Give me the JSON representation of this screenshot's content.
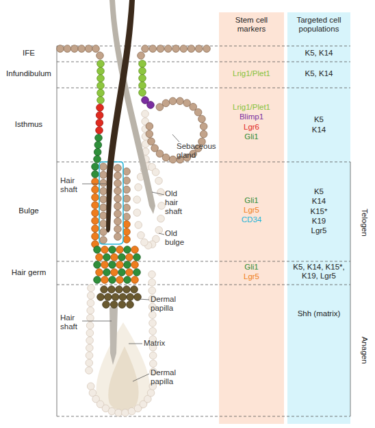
{
  "diagram": {
    "nodes": [
      {
        "text": [
          "Stem cell markers",
          "Lrig1/Plet1",
          "Lrig1/Plet1",
          "Blimp1",
          "Lgr6",
          "Gli1",
          "Gli1",
          "Lgr5",
          "CD34",
          "Gli1",
          "Lgr5"
        ]
      },
      {
        "text": [
          "Targeted cell populations",
          "K5, K14",
          "K5, K14",
          "K5",
          "K14",
          "K5",
          "K14",
          "K15*",
          "K19",
          "Lgr5",
          "K5, K14, K15*, K19, Lgr5",
          "Shh (matrix)"
        ]
      }
    ],
    "labels": [
      "IFE",
      "Infundibulum",
      "Isthmus",
      "Bulge",
      "Hair germ",
      "Sebaceous gland",
      "Hair shaft",
      "Old hair shaft",
      "Old bulge",
      "Dermal papilla",
      "Hair shaft",
      "Matrix",
      "Dermal papilla",
      "Telogen",
      "Anagen"
    ]
  }
}
